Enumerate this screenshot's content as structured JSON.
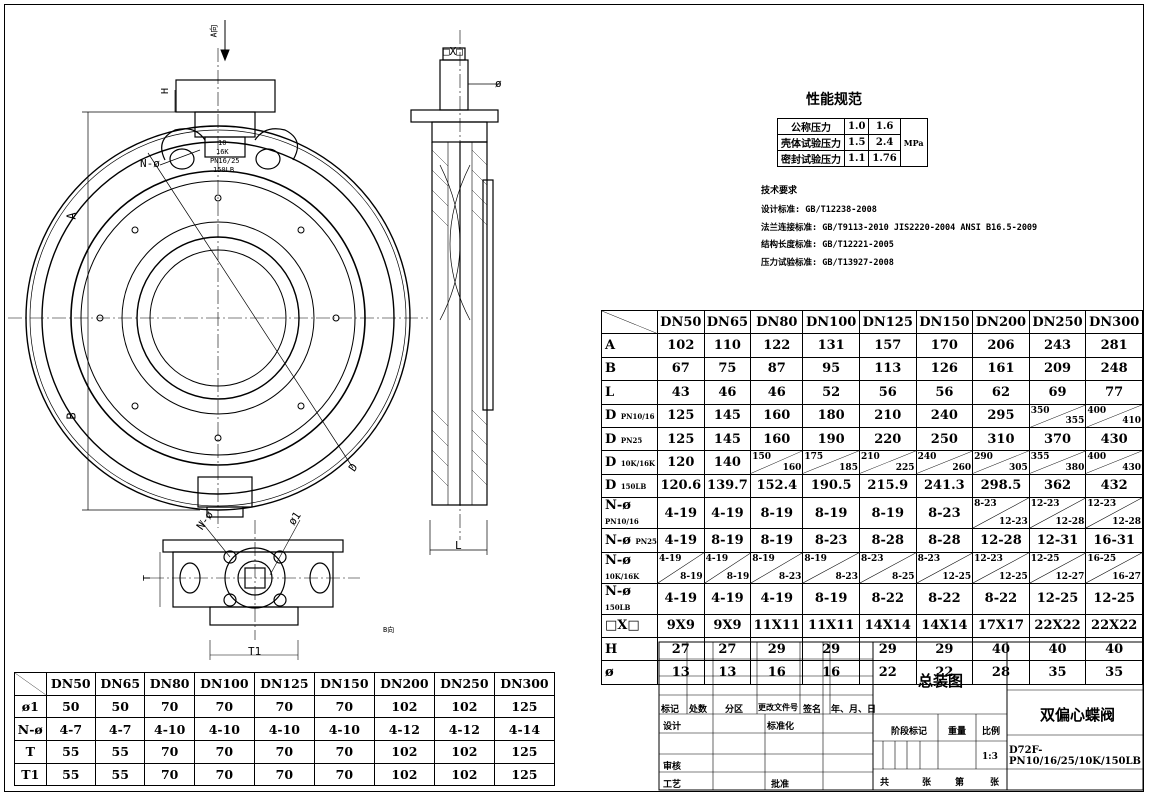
{
  "performance": {
    "title": "性能规范",
    "rows": [
      {
        "label": "公称压力",
        "v1": "1.0",
        "v2": "1.6"
      },
      {
        "label": "壳体试验压力",
        "v1": "1.5",
        "v2": "2.4"
      },
      {
        "label": "密封试验压力",
        "v1": "1.1",
        "v2": "1.76"
      }
    ],
    "unit": "MPa"
  },
  "tech": {
    "heading": "技术要求",
    "lines": [
      "设计标准: GB/T12238-2008",
      "法兰连接标准: GB/T9113-2010 JIS2220-2004 ANSI B16.5-2009",
      "结构长度标准: GB/T12221-2005",
      "压力试验标准: GB/T13927-2008"
    ]
  },
  "body_labels": {
    "h": "H",
    "a": "A",
    "b": "B",
    "d": "D",
    "n": "N-ø",
    "phi": "ø",
    "l": "L",
    "t": "T",
    "t1": "T1",
    "sq": "□X□",
    "phi1": "ø1",
    "n2": "N-ø",
    "plate": [
      "10",
      "16K",
      "PN16/25",
      "150LB"
    ],
    "view_a": "A向",
    "view_b": "B向"
  },
  "dim_table": {
    "headers": [
      "DN50",
      "DN65",
      "DN80",
      "DN100",
      "DN125",
      "DN150",
      "DN200",
      "DN250",
      "DN300"
    ],
    "rows": [
      {
        "label": "A",
        "cells": [
          "102",
          "110",
          "122",
          "131",
          "157",
          "170",
          "206",
          "243",
          "281"
        ]
      },
      {
        "label": "B",
        "cells": [
          "67",
          "75",
          "87",
          "95",
          "113",
          "126",
          "161",
          "209",
          "248"
        ]
      },
      {
        "label": "L",
        "cells": [
          "43",
          "46",
          "46",
          "52",
          "56",
          "56",
          "62",
          "69",
          "77"
        ]
      },
      {
        "label": "D",
        "sub": "PN10/16",
        "cells": [
          "125",
          "145",
          "160",
          "180",
          "210",
          "240",
          "295",
          "350/355",
          "400/410"
        ]
      },
      {
        "label": "D",
        "sub": "PN25",
        "cells": [
          "125",
          "145",
          "160",
          "190",
          "220",
          "250",
          "310",
          "370",
          "430"
        ]
      },
      {
        "label": "D",
        "sub": "10K/16K",
        "cells": [
          "120",
          "140",
          "150/160",
          "175/185",
          "210/225",
          "240/260",
          "290/305",
          "355/380",
          "400/430"
        ]
      },
      {
        "label": "D",
        "sub": "150LB",
        "cells": [
          "120.6",
          "139.7",
          "152.4",
          "190.5",
          "215.9",
          "241.3",
          "298.5",
          "362",
          "432"
        ]
      },
      {
        "label": "N-ø",
        "sub": "PN10/16",
        "cells": [
          "4-19",
          "4-19",
          "8-19",
          "8-19",
          "8-19",
          "8-23",
          "8-23/12-23",
          "12-23/12-28",
          "12-23/12-28"
        ]
      },
      {
        "label": "N-ø",
        "sub": "PN25",
        "cells": [
          "4-19",
          "8-19",
          "8-19",
          "8-23",
          "8-28",
          "8-28",
          "12-28",
          "12-31",
          "16-31"
        ]
      },
      {
        "label": "N-ø",
        "sub": "10K/16K",
        "cells": [
          "4-19/8-19",
          "4-19/8-19",
          "8-19/8-23",
          "8-19/8-23",
          "8-23/8-25",
          "8-23/12-25",
          "12-23/12-25",
          "12-25/12-27",
          "16-25/16-27"
        ]
      },
      {
        "label": "N-ø",
        "sub": "150LB",
        "cells": [
          "4-19",
          "4-19",
          "4-19",
          "8-19",
          "8-22",
          "8-22",
          "8-22",
          "12-25",
          "12-25"
        ]
      },
      {
        "label": "□X□",
        "cells": [
          "9X9",
          "9X9",
          "11X11",
          "11X11",
          "14X14",
          "14X14",
          "17X17",
          "22X22",
          "22X22"
        ]
      },
      {
        "label": "H",
        "cells": [
          "27",
          "27",
          "29",
          "29",
          "29",
          "29",
          "40",
          "40",
          "40"
        ]
      },
      {
        "label": "ø",
        "cells": [
          "13",
          "13",
          "16",
          "16",
          "22",
          "22",
          "28",
          "35",
          "35"
        ]
      }
    ]
  },
  "flange_table": {
    "headers": [
      "DN50",
      "DN65",
      "DN80",
      "DN100",
      "DN125",
      "DN150",
      "DN200",
      "DN250",
      "DN300"
    ],
    "rows": [
      {
        "label": "ø1",
        "cells": [
          "50",
          "50",
          "70",
          "70",
          "70",
          "70",
          "102",
          "102",
          "125"
        ]
      },
      {
        "label": "N-ø",
        "cells": [
          "4-7",
          "4-7",
          "4-10",
          "4-10",
          "4-10",
          "4-10",
          "4-12",
          "4-12",
          "4-14"
        ]
      },
      {
        "label": "T",
        "cells": [
          "55",
          "55",
          "70",
          "70",
          "70",
          "70",
          "102",
          "102",
          "125"
        ]
      },
      {
        "label": "T1",
        "cells": [
          "55",
          "55",
          "70",
          "70",
          "70",
          "70",
          "102",
          "102",
          "125"
        ]
      }
    ]
  },
  "title_block": {
    "drawing_name": "总装图",
    "product": "双偏心蝶阀",
    "model": "D72F-PN10/16/25/10K/150LB",
    "scale": "1:3",
    "labels": {
      "mark": "标记",
      "qty": "处数",
      "zone": "分区",
      "doc": "更改文件号",
      "sign": "签名",
      "date": "年、月、日",
      "design": "设计",
      "std": "标准化",
      "stage": "阶段标记",
      "weight": "重量",
      "ratio": "比例",
      "check": "审核",
      "process": "工艺",
      "approve": "批准",
      "total": "共",
      "sheet": "张",
      "no": "第",
      "sheet2": "张"
    }
  }
}
